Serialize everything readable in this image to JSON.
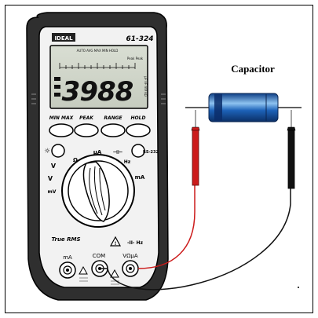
{
  "diagram": {
    "capacitor_label": "Capacitor",
    "model_number": "61-324",
    "brand_text": "IDEAL",
    "display": {
      "reading": "3988",
      "top_flags": "AUTO  AVG  MAX  MIN  HOLD",
      "right_flags": "Peak Peak",
      "units": "μF  nF  mV  kΩ"
    },
    "buttons": [
      "MIN MAX",
      "PEAK",
      "RANGE",
      "HOLD"
    ],
    "side_button_label": "RS-232",
    "dial_labels": {
      "top_mid": "Ω",
      "top_right": "μA",
      "cap_symbol": "⊣⊢",
      "hz": "Hz",
      "ma": "mA",
      "v_dc": "V",
      "v_ac": "V",
      "mv": "mV"
    },
    "true_rms": "True RMS",
    "hz_symbol": "-II- Hz",
    "jacks": {
      "ma": "mA",
      "com": "COM",
      "v_ohm": "VΩμA"
    },
    "colors": {
      "capacitor_body": "#1d62b8",
      "capacitor_highlight": "#8ec3f0",
      "red_probe": "#cc1b1b",
      "black_probe": "#111111",
      "meter_body": "#2d2d2d",
      "meter_face": "#f2f2f2"
    }
  }
}
